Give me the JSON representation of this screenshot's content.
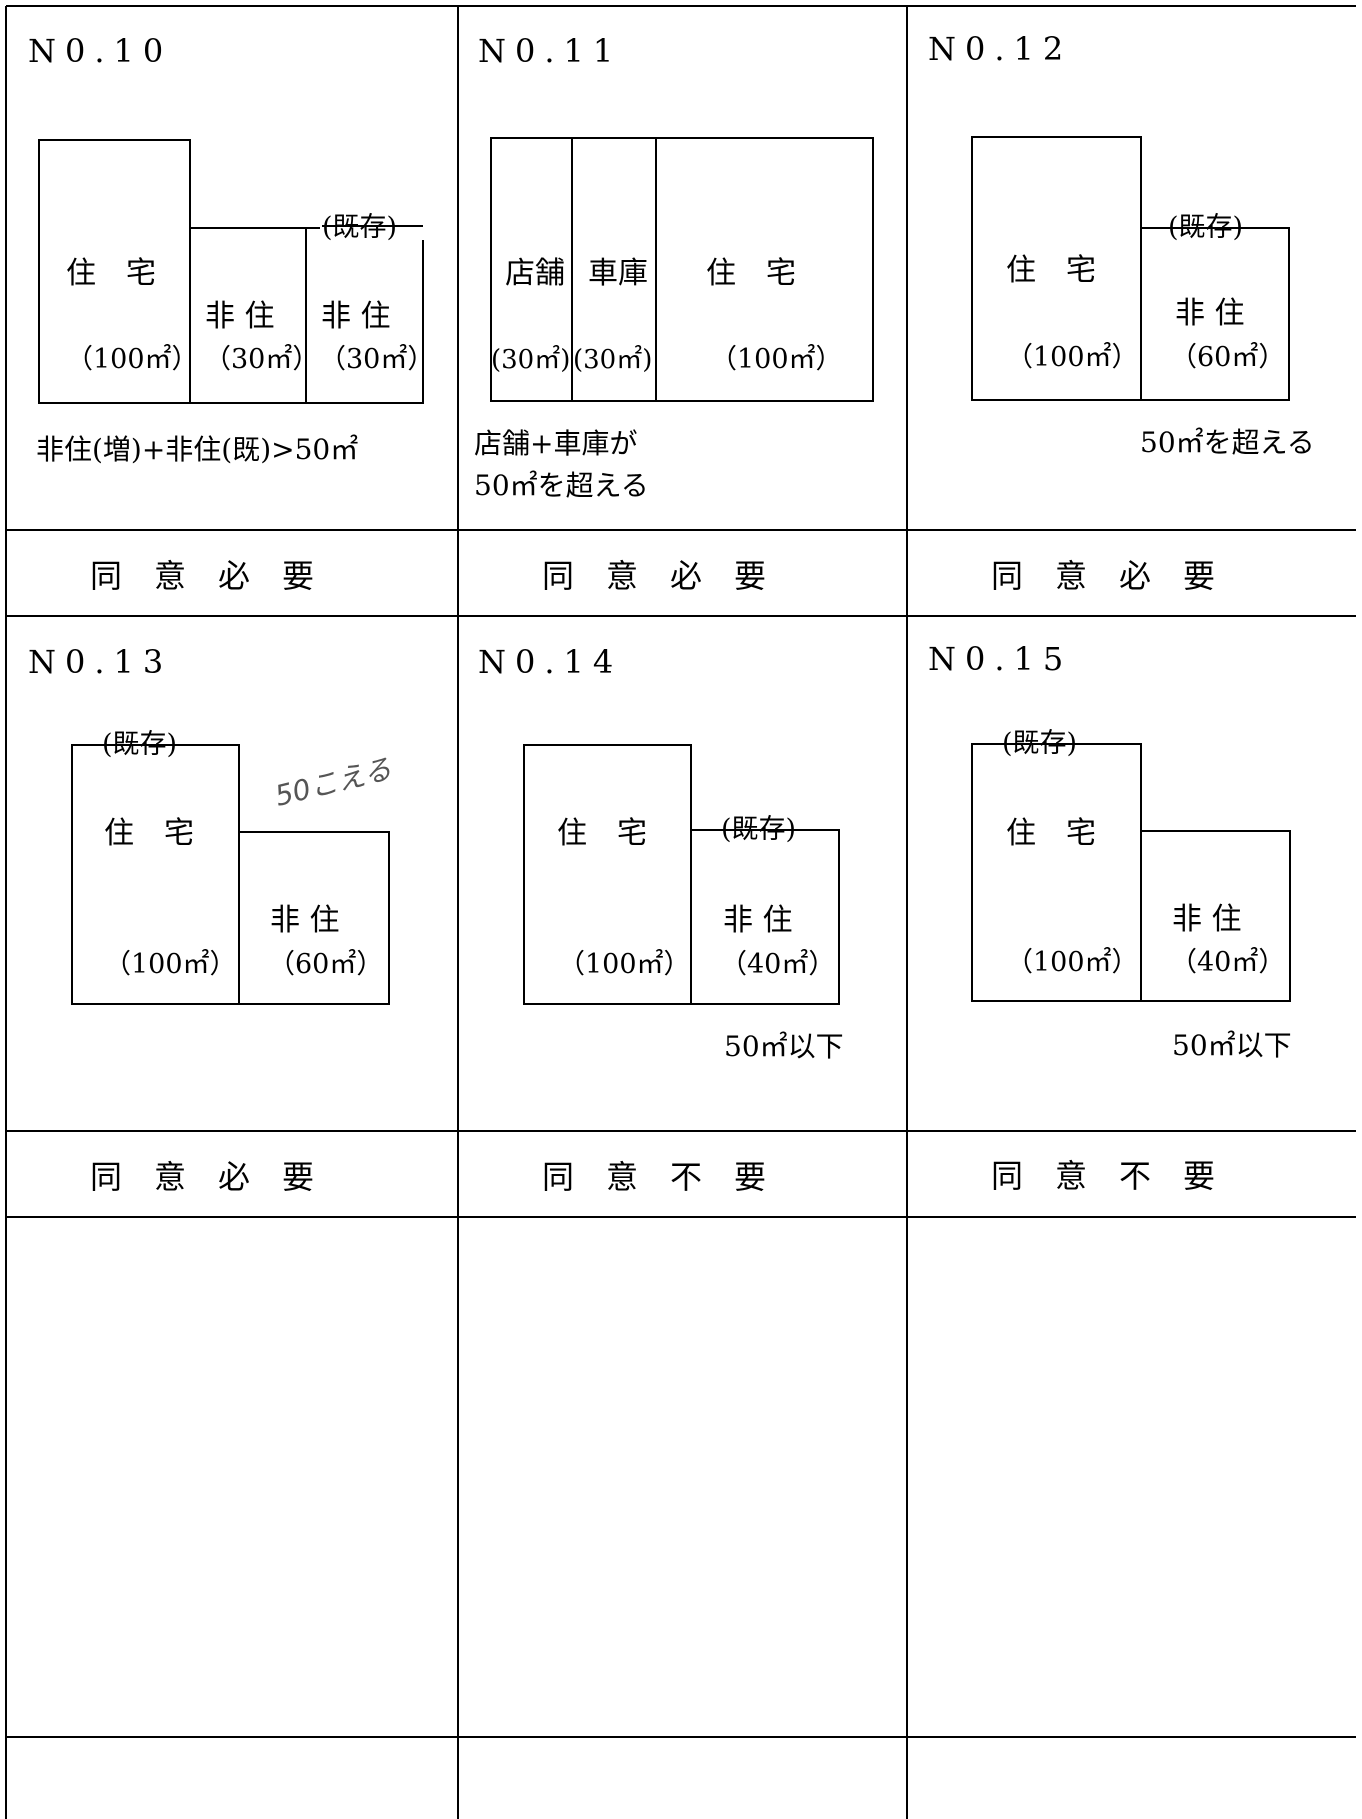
{
  "cases": [
    {
      "number": "N0.10",
      "rooms": [
        {
          "name": "住　宅",
          "area": "（100㎡）"
        },
        {
          "name": "非 住",
          "area": "（30㎡）"
        },
        {
          "name": "非 住",
          "area": "（30㎡）",
          "existing_tag": "(既存)"
        }
      ],
      "note_lines": [
        "非住(増)+非住(既)>50㎡"
      ],
      "result": "同　意　必　要"
    },
    {
      "number": "N0.11",
      "rooms": [
        {
          "name": "店舗",
          "area": "(30㎡)"
        },
        {
          "name": "車庫",
          "area": "(30㎡)"
        },
        {
          "name": "住　宅",
          "area": "（100㎡）"
        }
      ],
      "note_lines": [
        "店舗+車庫が",
        "50㎡を超える"
      ],
      "result": "同　意　必　要"
    },
    {
      "number": "N0.12",
      "rooms": [
        {
          "name": "住　宅",
          "area": "（100㎡）"
        },
        {
          "name": "非 住",
          "area": "（60㎡）",
          "existing_tag": "(既存)"
        }
      ],
      "note_lines": [
        "50㎡を超える"
      ],
      "result": "同　意　必　要"
    },
    {
      "number": "N0.13",
      "rooms": [
        {
          "name": "住　宅",
          "area": "（100㎡）",
          "existing_tag": "(既存)"
        },
        {
          "name": "非 住",
          "area": "（60㎡）"
        }
      ],
      "handwritten_note": "50こえる",
      "note_lines": [],
      "result": "同　意　必　要"
    },
    {
      "number": "N0.14",
      "rooms": [
        {
          "name": "住　宅",
          "area": "（100㎡）"
        },
        {
          "name": "非 住",
          "area": "（40㎡）",
          "existing_tag": "(既存)"
        }
      ],
      "note_lines": [
        "50㎡以下"
      ],
      "result": "同　意　不　要"
    },
    {
      "number": "N0.15",
      "rooms": [
        {
          "name": "住　宅",
          "area": "（100㎡）",
          "existing_tag": "(既存)"
        },
        {
          "name": "非 住",
          "area": "（40㎡）"
        }
      ],
      "note_lines": [
        "50㎡以下"
      ],
      "result": "同　意　不　要"
    }
  ]
}
